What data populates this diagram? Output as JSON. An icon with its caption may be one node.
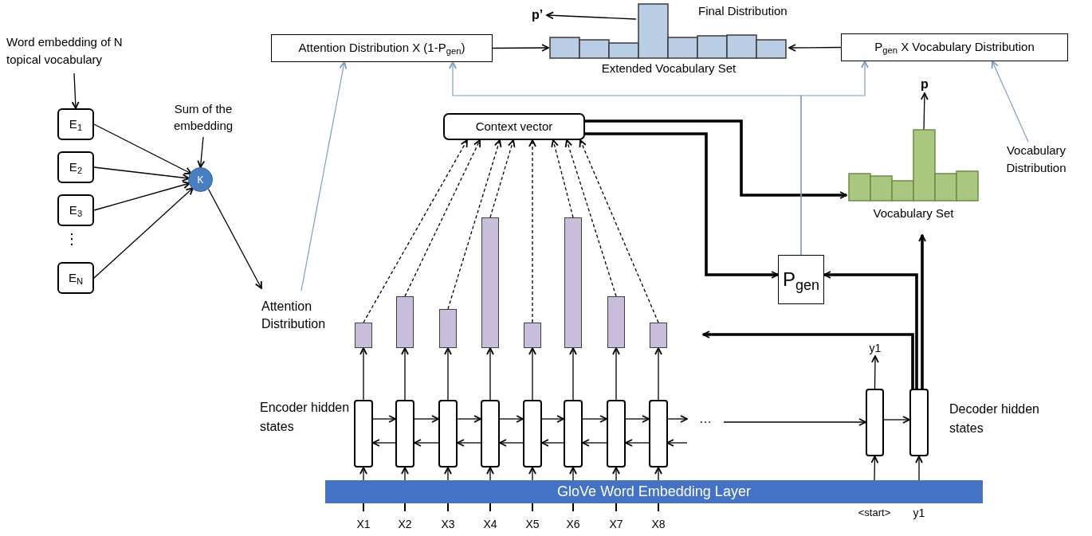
{
  "diagram": {
    "nodes": [
      {
        "text": [
          "Word embedding of N topical vocabulary"
        ]
      },
      {
        "text": [
          "E$_{1}$"
        ]
      },
      {
        "text": [
          "E$_{2}$"
        ]
      },
      {
        "text": [
          "E$_{3}$"
        ]
      },
      {
        "text": [
          "E$_{N}$"
        ]
      },
      {
        "text": [
          "Sum of the embedding"
        ]
      },
      {
        "text": [
          "K"
        ]
      },
      {
        "text": [
          "Attention Distribution"
        ]
      },
      {
        "text": [
          "Attention Distribution X (1-P$_{gen}$)"
        ]
      },
      {
        "text": [
          "Final Distribution",
          "Extended Vocabulary Set"
        ]
      },
      {
        "text": [
          "p’"
        ]
      },
      {
        "text": [
          "P$_{gen}$ X Vocabulary Distribution"
        ]
      },
      {
        "text": [
          "Vocabulary Set"
        ]
      },
      {
        "text": [
          "p"
        ]
      },
      {
        "text": [
          "Vocabulary Distribution"
        ]
      },
      {
        "text": [
          "Context vector"
        ]
      },
      {
        "text": [],
        "shape": "bar"
      },
      {
        "text": [],
        "shape": "bar"
      },
      {
        "text": [],
        "shape": "bar"
      },
      {
        "text": [],
        "shape": "bar"
      },
      {
        "text": [],
        "shape": "bar"
      },
      {
        "text": [],
        "shape": "bar"
      },
      {
        "text": [],
        "shape": "bar"
      },
      {
        "text": [],
        "shape": "bar"
      },
      {
        "text": [],
        "shape": "box"
      },
      {
        "text": [],
        "shape": "box"
      },
      {
        "text": [],
        "shape": "box"
      },
      {
        "text": [],
        "shape": "box"
      },
      {
        "text": [],
        "shape": "box"
      },
      {
        "text": [],
        "shape": "box"
      },
      {
        "text": [],
        "shape": "box"
      },
      {
        "text": [],
        "shape": "box"
      },
      {
        "text": [
          "GloVe Word Embedding Layer"
        ]
      },
      {
        "text": [],
        "shape": "box"
      },
      {
        "text": [],
        "shape": "box"
      },
      {
        "text": [
          "y1"
        ]
      },
      {
        "text": [
          "P$_{gen}$"
        ]
      },
      {
        "text": [
          "…"
        ]
      }
    ],
    "edges": [
      {
        "from": 0,
        "to": 1,
        "arrow": "to"
      },
      {
        "from": 1,
        "to": 6,
        "arrow": "to"
      },
      {
        "from": 2,
        "to": 6,
        "arrow": "to"
      },
      {
        "from": 3,
        "to": 6,
        "arrow": "to"
      },
      {
        "from": 4,
        "to": 6,
        "arrow": "to"
      },
      {
        "from": 5,
        "to": 6,
        "arrow": "to"
      },
      {
        "from": 6,
        "to": 7,
        "arrow": "to"
      },
      {
        "from": 7,
        "to": 8,
        "arrow": "to",
        "color": "#7b9cc4"
      },
      {
        "from": 8,
        "to": 9,
        "arrow": "to"
      },
      {
        "from": 11,
        "to": 9,
        "arrow": "to"
      },
      {
        "from": 9,
        "to": 10,
        "arrow": "to"
      },
      {
        "from": 12,
        "to": 13,
        "arrow": "to"
      },
      {
        "from": 14,
        "to": 11,
        "arrow": "to",
        "color": "#7b9cc4"
      },
      {
        "from": 16,
        "to": 15,
        "arrow": "to",
        "style": "dashed"
      },
      {
        "from": 17,
        "to": 15,
        "arrow": "to",
        "style": "dashed"
      },
      {
        "from": 18,
        "to": 15,
        "arrow": "to",
        "style": "dashed"
      },
      {
        "from": 19,
        "to": 15,
        "arrow": "to",
        "style": "dashed"
      },
      {
        "from": 20,
        "to": 15,
        "arrow": "to",
        "style": "dashed"
      },
      {
        "from": 21,
        "to": 15,
        "arrow": "to",
        "style": "dashed"
      },
      {
        "from": 22,
        "to": 15,
        "arrow": "to",
        "style": "dashed"
      },
      {
        "from": 23,
        "to": 15,
        "arrow": "to",
        "style": "dashed"
      },
      {
        "from": 24,
        "to": 16,
        "arrow": "to"
      },
      {
        "from": 25,
        "to": 17,
        "arrow": "to"
      },
      {
        "from": 26,
        "to": 18,
        "arrow": "to"
      },
      {
        "from": 27,
        "to": 19,
        "arrow": "to"
      },
      {
        "from": 28,
        "to": 20,
        "arrow": "to"
      },
      {
        "from": 29,
        "to": 21,
        "arrow": "to"
      },
      {
        "from": 30,
        "to": 22,
        "arrow": "to"
      },
      {
        "from": 31,
        "to": 23,
        "arrow": "to"
      },
      {
        "from": 32,
        "to": 24,
        "arrow": "to"
      },
      {
        "from": 32,
        "to": 25,
        "arrow": "to"
      },
      {
        "from": 32,
        "to": 26,
        "arrow": "to"
      },
      {
        "from": 32,
        "to": 27,
        "arrow": "to"
      },
      {
        "from": 32,
        "to": 28,
        "arrow": "to"
      },
      {
        "from": 32,
        "to": 29,
        "arrow": "to"
      },
      {
        "from": 32,
        "to": 30,
        "arrow": "to"
      },
      {
        "from": 32,
        "to": 31,
        "arrow": "to"
      },
      {
        "from": 24,
        "to": 25,
        "arrow": "to"
      },
      {
        "from": 25,
        "to": 26,
        "arrow": "to"
      },
      {
        "from": 26,
        "to": 27,
        "arrow": "to"
      },
      {
        "from": 27,
        "to": 28,
        "arrow": "to"
      },
      {
        "from": 28,
        "to": 29,
        "arrow": "to"
      },
      {
        "from": 29,
        "to": 30,
        "arrow": "to"
      },
      {
        "from": 30,
        "to": 31,
        "arrow": "to"
      },
      {
        "from": 25,
        "to": 24,
        "arrow": "to"
      },
      {
        "from": 26,
        "to": 25,
        "arrow": "to"
      },
      {
        "from": 27,
        "to": 26,
        "arrow": "to"
      },
      {
        "from": 28,
        "to": 27,
        "arrow": "to"
      },
      {
        "from": 29,
        "to": 28,
        "arrow": "to"
      },
      {
        "from": 30,
        "to": 29,
        "arrow": "to"
      },
      {
        "from": 31,
        "to": 30,
        "arrow": "to"
      },
      {
        "from": 31,
        "to": 37,
        "arrow": "to"
      },
      {
        "from": 37,
        "to": 31,
        "arrow": "to"
      },
      {
        "from": 37,
        "to": 33,
        "arrow": "to"
      },
      {
        "from": 33,
        "to": 34,
        "arrow": "to"
      },
      {
        "from": 33,
        "to": 35,
        "arrow": "to"
      },
      {
        "from": 32,
        "to": 33,
        "arrow": "to"
      },
      {
        "from": 32,
        "to": 34,
        "arrow": "to"
      },
      {
        "from": 15,
        "to": 12,
        "arrow": "to",
        "style": "thick"
      },
      {
        "from": 15,
        "to": 36,
        "arrow": "to",
        "style": "thick"
      },
      {
        "from": 34,
        "to": 36,
        "arrow": "to",
        "style": "thick"
      },
      {
        "from": 34,
        "to": 12,
        "arrow": "to",
        "style": "thick"
      },
      {
        "from": 34,
        "to": null,
        "arrow": "to",
        "style": "thick"
      },
      {
        "from": 36,
        "to": 8,
        "arrow": "to",
        "color": "#7b9cc4"
      },
      {
        "from": 36,
        "to": 11,
        "arrow": "to",
        "color": "#7b9cc4"
      }
    ],
    "labels": [
      "⋮",
      "Encoder hidden states",
      "X1",
      "X2",
      "X3",
      "X4",
      "X5",
      "X6",
      "X7",
      "X8",
      "Decoder hidden states",
      "<start>",
      "y1"
    ]
  }
}
